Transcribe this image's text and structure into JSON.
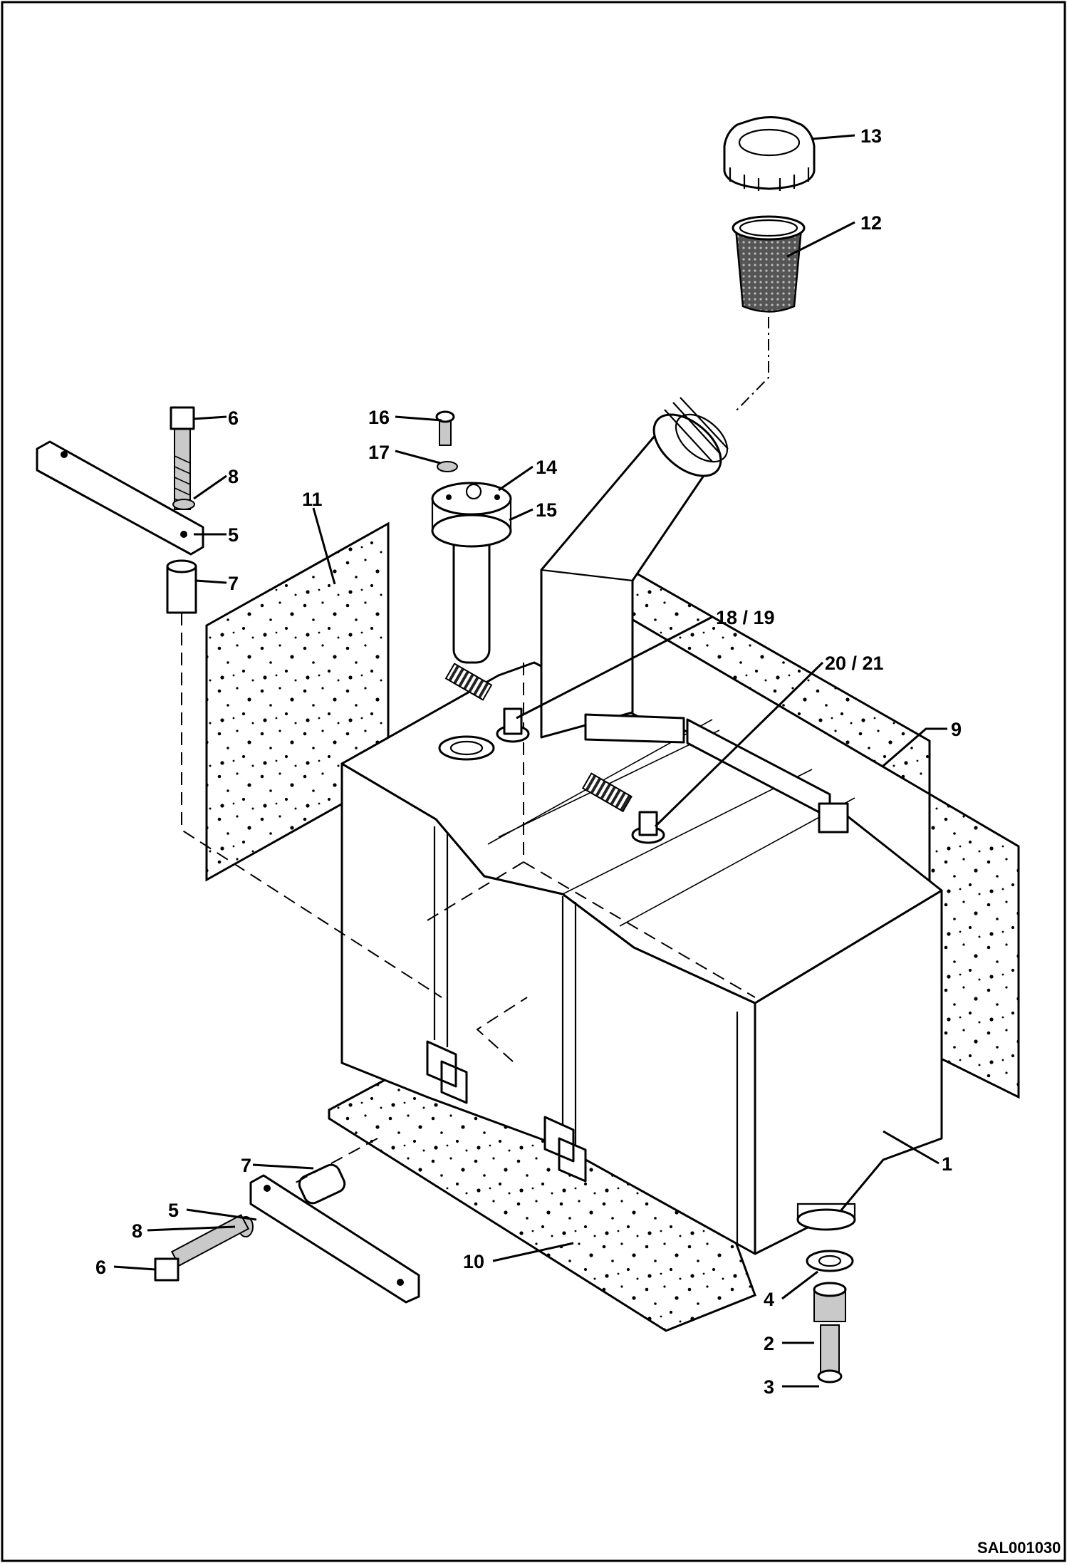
{
  "drawing_id": "SAL001030",
  "callouts": [
    {
      "label": "13"
    },
    {
      "label": "12"
    },
    {
      "label": "6"
    },
    {
      "label": "8"
    },
    {
      "label": "5"
    },
    {
      "label": "7"
    },
    {
      "label": "16"
    },
    {
      "label": "17"
    },
    {
      "label": "14"
    },
    {
      "label": "15"
    },
    {
      "label": "11"
    },
    {
      "label": "18 / 19"
    },
    {
      "label": "20 / 21"
    },
    {
      "label": "9"
    },
    {
      "label": "1"
    },
    {
      "label": "7"
    },
    {
      "label": "5"
    },
    {
      "label": "8"
    },
    {
      "label": "6"
    },
    {
      "label": "10"
    },
    {
      "label": "4"
    },
    {
      "label": "2"
    },
    {
      "label": "3"
    }
  ]
}
